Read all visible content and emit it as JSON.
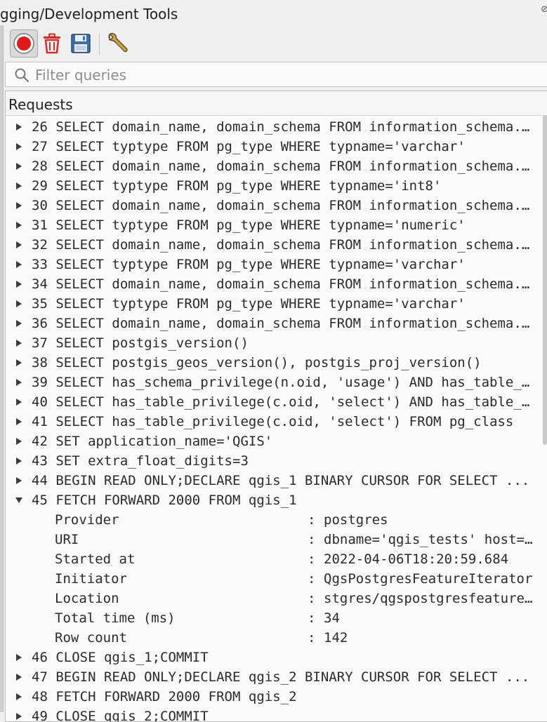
{
  "window": {
    "title": "gging/Development Tools",
    "close_glyph": "⊘"
  },
  "toolbar": {
    "buttons": [
      {
        "name": "record-button",
        "icon": "record-icon",
        "pressed": true
      },
      {
        "name": "clear-button",
        "icon": "trash-icon"
      },
      {
        "name": "save-button",
        "icon": "save-icon"
      },
      {
        "name": "settings-button",
        "icon": "wrench-icon"
      }
    ]
  },
  "filter": {
    "placeholder": "Filter queries",
    "value": ""
  },
  "tree": {
    "header": "Requests",
    "rows": [
      {
        "id": "26",
        "text": "SELECT domain_name, domain_schema FROM information_schema.domains"
      },
      {
        "id": "27",
        "text": "SELECT typtype FROM pg_type WHERE typname='varchar'"
      },
      {
        "id": "28",
        "text": "SELECT domain_name, domain_schema FROM information_schema.domains"
      },
      {
        "id": "29",
        "text": "SELECT typtype FROM pg_type WHERE typname='int8'"
      },
      {
        "id": "30",
        "text": "SELECT domain_name, domain_schema FROM information_schema.domains"
      },
      {
        "id": "31",
        "text": "SELECT typtype FROM pg_type WHERE typname='numeric'"
      },
      {
        "id": "32",
        "text": "SELECT domain_name, domain_schema FROM information_schema.domains"
      },
      {
        "id": "33",
        "text": "SELECT typtype FROM pg_type WHERE typname='varchar'"
      },
      {
        "id": "34",
        "text": "SELECT domain_name, domain_schema FROM information_schema.domains"
      },
      {
        "id": "35",
        "text": "SELECT typtype FROM pg_type WHERE typname='varchar'"
      },
      {
        "id": "36",
        "text": "SELECT domain_name, domain_schema FROM information_schema.domains"
      },
      {
        "id": "37",
        "text": "SELECT postgis_version()"
      },
      {
        "id": "38",
        "text": "SELECT postgis_geos_version(), postgis_proj_version()"
      },
      {
        "id": "39",
        "text": "SELECT has_schema_privilege(n.oid, 'usage') AND has_table_privilege"
      },
      {
        "id": "40",
        "text": "SELECT has_table_privilege(c.oid, 'select') AND has_table_privilege"
      },
      {
        "id": "41",
        "text": "SELECT has_table_privilege(c.oid, 'select') FROM pg_class"
      },
      {
        "id": "42",
        "text": "SET application_name='QGIS'"
      },
      {
        "id": "43",
        "text": "SET extra_float_digits=3"
      },
      {
        "id": "44",
        "text": "BEGIN READ ONLY;DECLARE qgis_1 BINARY CURSOR FOR SELECT ..."
      },
      {
        "id": "45",
        "text": "FETCH FORWARD 2000 FROM qgis_1",
        "expanded": true,
        "details": [
          {
            "key": "Provider",
            "value": "postgres"
          },
          {
            "key": "URI",
            "value": "dbname='qgis_tests' host=localhost"
          },
          {
            "key": "Started at",
            "value": "2022-04-06T18:20:59.684"
          },
          {
            "key": "Initiator",
            "value": "QgsPostgresFeatureIterator"
          },
          {
            "key": "Location",
            "value": "stgres/qgspostgresfeatureiterator.cpp"
          },
          {
            "key": "Total time (ms)",
            "value": "34"
          },
          {
            "key": "Row count",
            "value": "142"
          }
        ]
      },
      {
        "id": "46",
        "text": "CLOSE qgis_1;COMMIT"
      },
      {
        "id": "47",
        "text": "BEGIN READ ONLY;DECLARE qgis_2 BINARY CURSOR FOR SELECT ..."
      },
      {
        "id": "48",
        "text": "FETCH FORWARD 2000 FROM qgis_2"
      },
      {
        "id": "49",
        "text": "CLOSE qgis_2;COMMIT"
      }
    ]
  },
  "colors": {
    "record": "#e01b1b",
    "trash": "#d42a2a",
    "save": "#2f5c8f"
  }
}
